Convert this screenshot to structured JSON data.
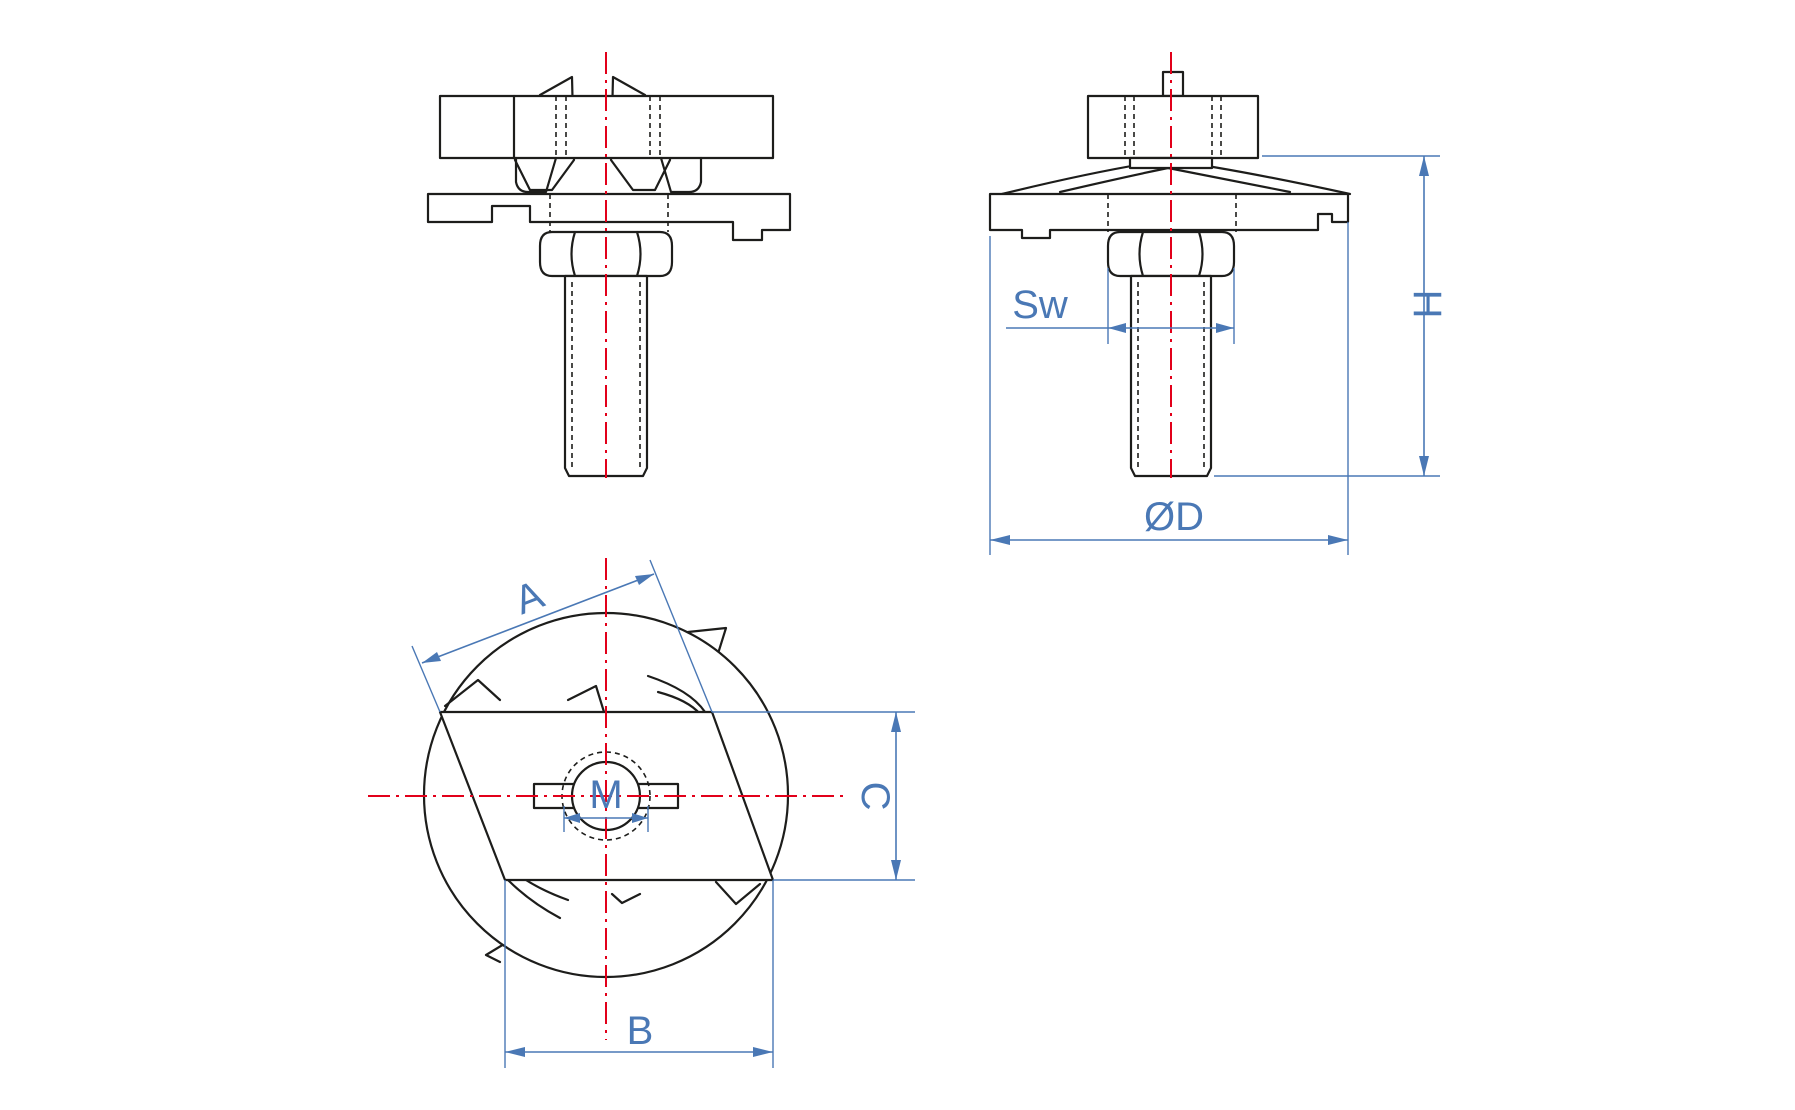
{
  "drawing": {
    "views": [
      "front-view",
      "side-view",
      "top-view"
    ],
    "line_colors": {
      "part_outline": "#1d1d1b",
      "center_line": "#e2001a",
      "dimension": "#4a78b5"
    }
  },
  "dimensions": {
    "a": "A",
    "b": "B",
    "c": "C",
    "m": "M",
    "sw": "Sw",
    "h": "H",
    "d": "ØD"
  }
}
